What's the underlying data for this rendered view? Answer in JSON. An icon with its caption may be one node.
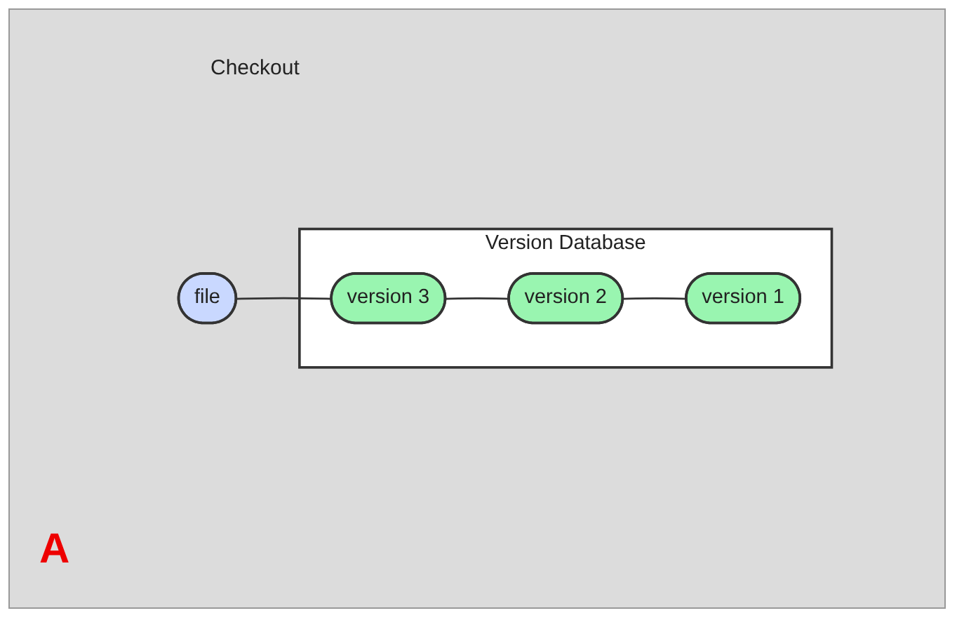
{
  "diagram": {
    "nodes": [
      {
        "text": [
          "file"
        ]
      },
      {
        "text": [
          "Version Database"
        ]
      },
      {
        "text": [
          "version 3"
        ],
        "in": 1
      },
      {
        "text": [
          "version 2"
        ],
        "in": 1
      },
      {
        "text": [
          "version 1"
        ],
        "in": 1
      }
    ],
    "edges": [
      {
        "from": 0,
        "to": 2,
        "arrow": "none"
      },
      {
        "from": 2,
        "to": 3,
        "arrow": "none"
      },
      {
        "from": 3,
        "to": 4,
        "arrow": "none"
      }
    ],
    "labels": [
      "Checkout",
      "A"
    ]
  }
}
